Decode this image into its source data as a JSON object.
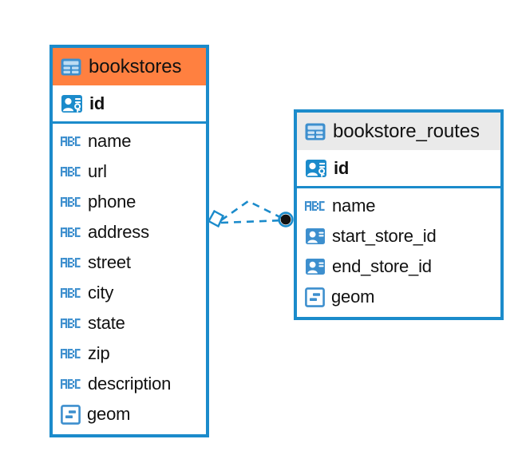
{
  "diagram": {
    "type": "er-diagram",
    "colors": {
      "border": "#1b8bcb",
      "icon_blue": "#3d8fce",
      "selected_header": "#ff8040",
      "normal_header": "#eaeaea",
      "connector": "#1b8bcb",
      "endpoint": "#111111",
      "text": "#111111",
      "background": "#ffffff"
    },
    "entities": [
      {
        "id": "bookstores",
        "title": "bookstores",
        "header_icon": "table-icon",
        "selected": true,
        "primary_keys": [
          {
            "name": "id",
            "icon": "primary-key-icon"
          }
        ],
        "fields": [
          {
            "name": "name",
            "icon": "abc-text-icon"
          },
          {
            "name": "url",
            "icon": "abc-text-icon"
          },
          {
            "name": "phone",
            "icon": "abc-text-icon"
          },
          {
            "name": "address",
            "icon": "abc-text-icon"
          },
          {
            "name": "street",
            "icon": "abc-text-icon"
          },
          {
            "name": "city",
            "icon": "abc-text-icon"
          },
          {
            "name": "state",
            "icon": "abc-text-icon"
          },
          {
            "name": "zip",
            "icon": "abc-text-icon"
          },
          {
            "name": "description",
            "icon": "abc-text-icon"
          },
          {
            "name": "geom",
            "icon": "geometry-blob-icon"
          }
        ]
      },
      {
        "id": "bookstore_routes",
        "title": "bookstore_routes",
        "header_icon": "table-icon",
        "selected": false,
        "primary_keys": [
          {
            "name": "id",
            "icon": "primary-key-icon"
          }
        ],
        "fields": [
          {
            "name": "name",
            "icon": "abc-text-icon"
          },
          {
            "name": "start_store_id",
            "icon": "foreign-key-icon"
          },
          {
            "name": "end_store_id",
            "icon": "foreign-key-icon"
          },
          {
            "name": "geom",
            "icon": "geometry-blob-icon"
          }
        ]
      }
    ],
    "relationships": [
      {
        "from_entity": "bookstores",
        "to_entity": "bookstore_routes",
        "from_marker": "diamond-one-marker",
        "to_marker": "filled-circle-many-marker",
        "line_style": "dashed",
        "branches": 2
      }
    ]
  }
}
